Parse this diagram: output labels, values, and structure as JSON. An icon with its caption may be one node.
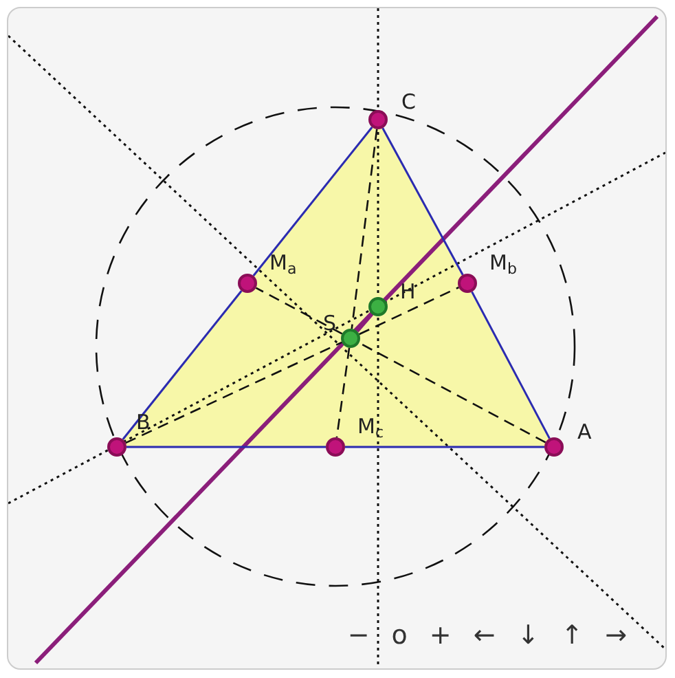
{
  "diagram": {
    "nodes": [
      {
        "text": [
          "A"
        ]
      },
      {
        "text": [
          "B"
        ]
      },
      {
        "text": [
          "C"
        ]
      },
      {
        "text": [
          "M$_{a}$"
        ]
      },
      {
        "text": [
          "M$_{b}$"
        ]
      },
      {
        "text": [
          "M$_{c}$"
        ]
      },
      {
        "text": [
          "H"
        ]
      },
      {
        "text": [
          "S"
        ]
      }
    ],
    "edges": [
      {
        "from": 0,
        "to": 5,
        "arrow": "none",
        "color": "#2b2bb0"
      },
      {
        "from": 5,
        "to": 1,
        "arrow": "none",
        "color": "#2b2bb0"
      },
      {
        "from": 1,
        "to": 3,
        "arrow": "none",
        "color": "#2b2bb0"
      },
      {
        "from": 3,
        "to": 2,
        "arrow": "none",
        "color": "#2b2bb0"
      },
      {
        "from": 2,
        "to": 4,
        "arrow": "none",
        "color": "#2b2bb0"
      },
      {
        "from": 4,
        "to": 0,
        "arrow": "none",
        "color": "#2b2bb0"
      },
      {
        "from": 0,
        "to": 7,
        "arrow": "none",
        "style": "dashed",
        "color": "#111111"
      },
      {
        "from": 7,
        "to": 3,
        "arrow": "none",
        "style": "dashed",
        "color": "#111111"
      },
      {
        "from": 1,
        "to": 7,
        "arrow": "none",
        "style": "dashed",
        "color": "#111111"
      },
      {
        "from": 7,
        "to": 4,
        "arrow": "none",
        "style": "dashed",
        "color": "#111111"
      },
      {
        "from": 2,
        "to": 7,
        "arrow": "none",
        "style": "dashed",
        "color": "#111111"
      },
      {
        "from": 7,
        "to": 5,
        "arrow": "none",
        "style": "dashed",
        "color": "#111111"
      },
      {
        "from": 7,
        "to": 6,
        "arrow": "none",
        "style": "thick",
        "color": "#8b1e7a"
      }
    ],
    "labels": [
      "−",
      "o",
      "+",
      "←",
      "↓",
      "↑",
      "→"
    ]
  }
}
